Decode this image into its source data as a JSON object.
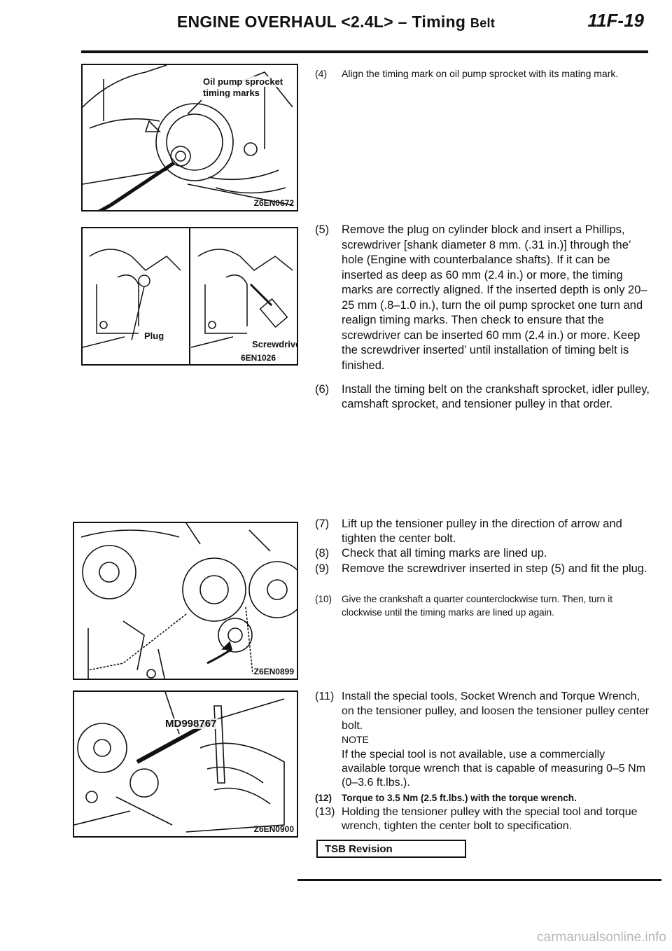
{
  "header": {
    "title": "ENGINE OVERHAUL <2.4L> – Timing",
    "title_suffix": "Belt",
    "page_number": "11F-19"
  },
  "figures": [
    {
      "code": "Z6EN0672",
      "labels": [
        "Oil pump sprocket",
        "timing marks"
      ]
    },
    {
      "code": "6EN1026",
      "labels": [
        "Plug",
        "Screwdriver"
      ]
    },
    {
      "code": "Z6EN0899",
      "labels": []
    },
    {
      "code": "Z6EN0900",
      "labels": [
        "MD998767"
      ]
    }
  ],
  "steps": [
    {
      "num": "(4)",
      "text": "Align the timing mark on oil pump sprocket with its mating mark."
    },
    {
      "num": "(5)",
      "text": "Remove the plug on cylinder block and insert a Phillips, screwdriver [shank diameter 8 mm. (.31 in.)] through the’ hole (Engine with counterbalance shafts). If it can be inserted as deep as 60 mm (2.4 in.) or more, the timing marks are correctly aligned. If the inserted depth is only 20–25 mm (.8–1.0 in.), turn the oil pump sprocket one turn and realign timing marks. Then check to ensure that the screwdriver can be inserted 60 mm (2.4 in.) or more. Keep the screwdriver inserted’ until installation of timing belt is finished."
    },
    {
      "num": "(6)",
      "text": "Install the timing belt on the crankshaft sprocket, idler pulley, camshaft sprocket, and tensioner pulley in that order."
    },
    {
      "num": "(7)",
      "text": "Lift up the tensioner pulley in the direction of arrow and tighten the center bolt."
    },
    {
      "num": "(8)",
      "text": "Check that all timing marks are lined up."
    },
    {
      "num": "(9)",
      "text": "Remove the screwdriver inserted in step (5) and fit the plug."
    },
    {
      "num": "(10)",
      "text": "Give the crankshaft a quarter counterclockwise turn. Then, turn it clockwise until the timing marks are lined up again."
    },
    {
      "num": "(11)",
      "text": "Install the special tools, Socket Wrench and Torque Wrench, on the tensioner pulley, and loosen the tensioner pulley center bolt."
    },
    {
      "num": "(12)",
      "text": "Torque to 3.5 Nm (2.5 ft.lbs.) with the torque wrench."
    },
    {
      "num": "(13)",
      "text": "Holding the tensioner pulley with the special tool and torque wrench, tighten the center bolt to specification."
    }
  ],
  "note": {
    "label": "NOTE",
    "text": "If the special tool is not available, use a commercially available torque wrench that is capable of measuring 0–5 Nm (0–3.6 ft.lbs.)."
  },
  "footer": {
    "tsb": "TSB Revision",
    "watermark": "carmanualsonline.info"
  }
}
